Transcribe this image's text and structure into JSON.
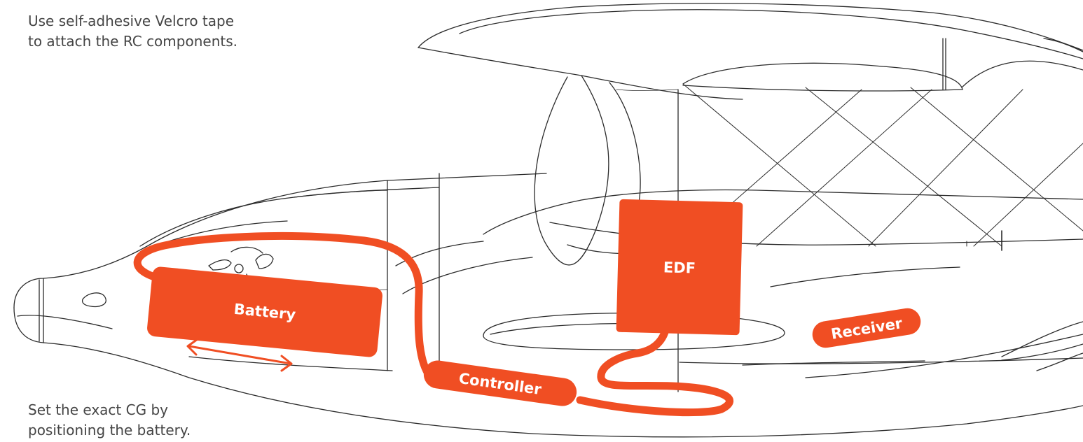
{
  "notes": {
    "top": [
      "Use self-adhesive Velcro tape",
      "to attach the RC components."
    ],
    "bottom": [
      "Set the exact CG by",
      "positioning the battery."
    ]
  },
  "components": {
    "battery": "Battery",
    "controller": "Controller",
    "edf": "EDF",
    "receiver": "Receiver"
  },
  "colors": {
    "accent": "#f04e23",
    "line": "#2b2b2b",
    "text": "#454545"
  }
}
